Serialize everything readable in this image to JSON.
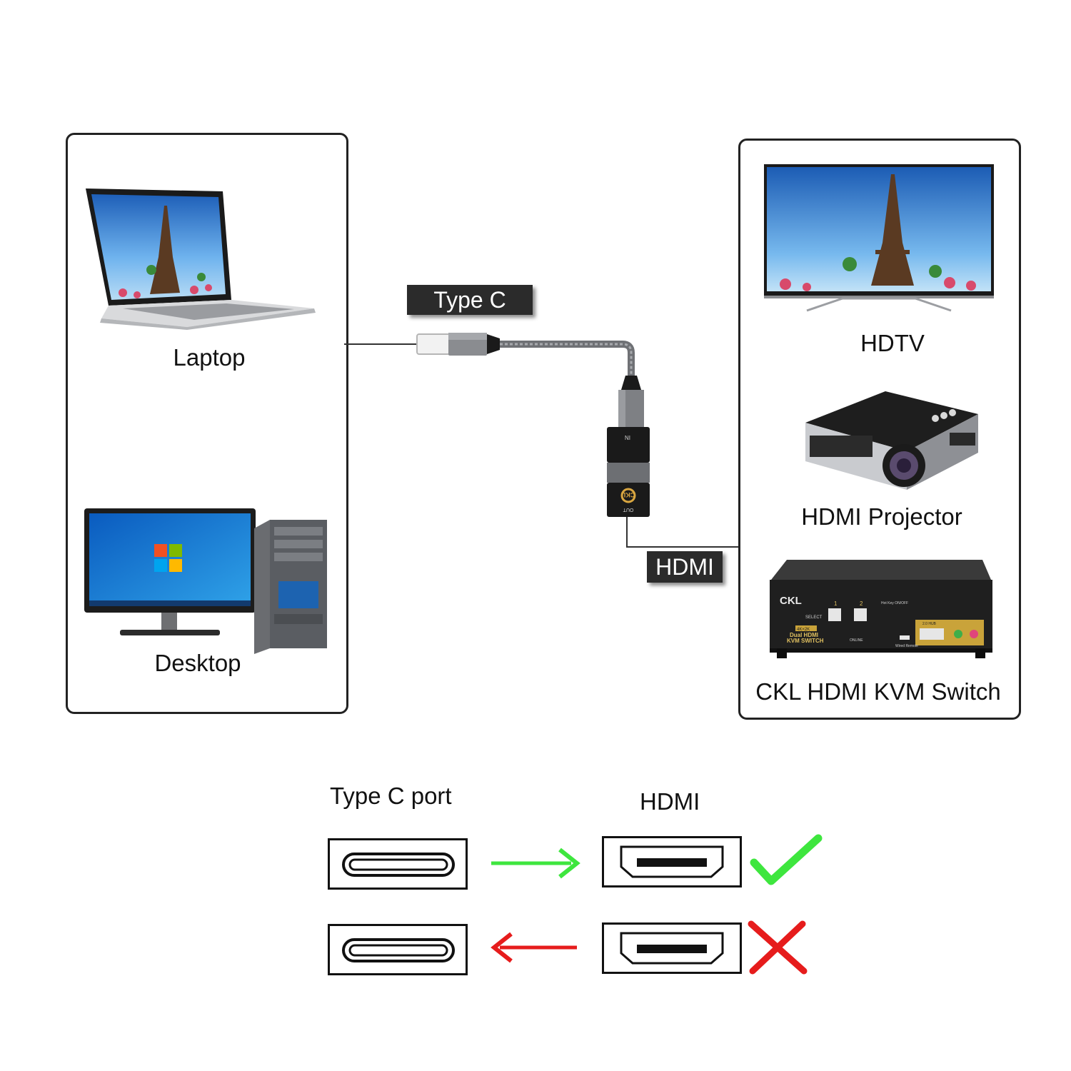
{
  "left_panel": {
    "devices": [
      {
        "label": "Laptop",
        "icon": "laptop-icon"
      },
      {
        "label": "Desktop",
        "icon": "desktop-computer-icon"
      }
    ]
  },
  "right_panel": {
    "devices": [
      {
        "label": "HDTV",
        "icon": "tv-icon"
      },
      {
        "label": "HDMI Projector",
        "icon": "projector-icon"
      },
      {
        "label": "CKL HDMI KVM Switch",
        "icon": "kvm-switch-icon"
      }
    ]
  },
  "cable": {
    "input_tag": "Type  C",
    "output_tag": "HDMI",
    "adapter_in_mark": "IN",
    "adapter_out_mark": "OUT",
    "adapter_logo": "CKL"
  },
  "kvm_front": {
    "brand": "CKL",
    "select_label": "SELECT",
    "resolution": "4K×2K",
    "product_line1": "Dual HDMI",
    "product_line2": "KVM SWITCH",
    "online_label": "ONLINE",
    "hotkey_label": "Hot Key ON/OFF",
    "usb_label": "2.0 HUB",
    "remote_label": "Wired Remote",
    "port_numbers": [
      "1",
      "2"
    ]
  },
  "legend": {
    "source_title": "Type C port",
    "target_title": "HDMI",
    "rows": [
      {
        "direction": "Type C to HDMI",
        "result": "supported",
        "arrow_color": "#3ee63e",
        "mark": "check-icon",
        "mark_color": "#3ee63e"
      },
      {
        "direction": "HDMI to Type C",
        "result": "not supported",
        "arrow_color": "#e61c1c",
        "mark": "cross-icon",
        "mark_color": "#e61c1c"
      }
    ]
  }
}
